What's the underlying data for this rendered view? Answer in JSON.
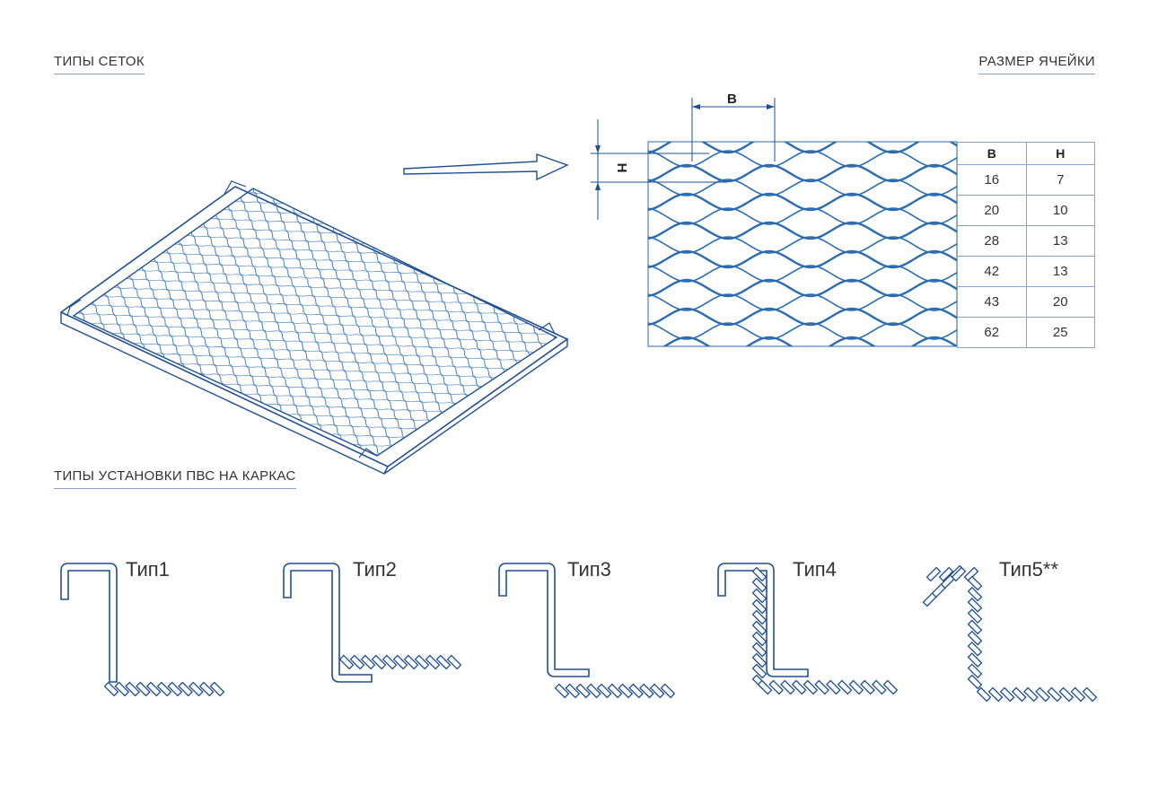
{
  "headings": {
    "mesh_types": "ТИПЫ СЕТОК",
    "cell_size": "РАЗМЕР ЯЧЕЙКИ",
    "install_types": "ТИПЫ УСТАНОВКИ ПВС НА КАРКАС"
  },
  "dimension_labels": {
    "width": "B",
    "height": "H"
  },
  "size_table": {
    "headers": [
      "B",
      "H"
    ],
    "rows": [
      [
        "16",
        "7"
      ],
      [
        "20",
        "10"
      ],
      [
        "28",
        "13"
      ],
      [
        "42",
        "13"
      ],
      [
        "43",
        "20"
      ],
      [
        "62",
        "25"
      ]
    ]
  },
  "install_types": [
    {
      "label": "Тип1"
    },
    {
      "label": "Тип2"
    },
    {
      "label": "Тип3"
    },
    {
      "label": "Тип4"
    },
    {
      "label": "Тип5**"
    }
  ],
  "colors": {
    "line": "#1f4e96",
    "mesh": "#2a6bb3",
    "table_border": "#8aa4c4"
  }
}
